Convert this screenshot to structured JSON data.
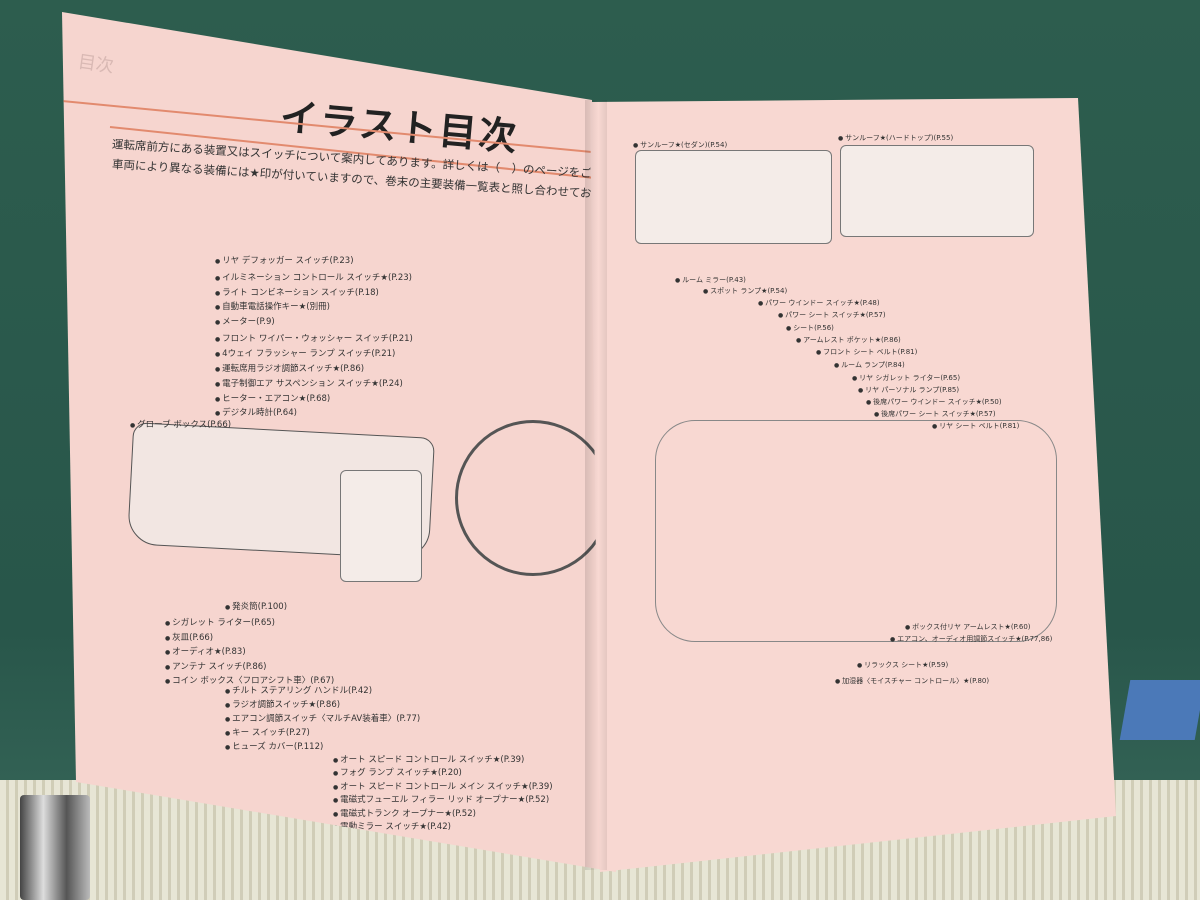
{
  "left_page": {
    "header_tab": "目次",
    "title": "イラスト目次",
    "intro": [
      "運転席前方にある装置又はスイッチについて案内してあります。詳しくは（　）のページをご覧ください。",
      "車両により異なる装備には★印が付いていますので、巻末の主要装備一覧表と照し合わせてお読みください。"
    ],
    "labels_top": [
      "リヤ デフォッガー スイッチ(P.23)",
      "イルミネーション コントロール スイッチ★(P.23)",
      "ライト コンビネーション スイッチ(P.18)",
      "自動車電話操作キー★(別冊)",
      "メーター(P.9)",
      "フロント ワイパー・ウォッシャー スイッチ(P.21)",
      "4ウェイ フラッシャー ランプ スイッチ(P.21)",
      "運転席用ラジオ調節スイッチ★(P.86)",
      "電子制御エア サスペンション スイッチ★(P.24)",
      "ヒーター・エアコン★(P.68)",
      "デジタル時計(P.64)",
      "グローブ ボックス(P.66)"
    ],
    "labels_bottom": [
      "発炎筒(P.100)",
      "シガレット ライター(P.65)",
      "灰皿(P.66)",
      "オーディオ★(P.83)",
      "アンテナ スイッチ(P.86)",
      "コイン ボックス〈フロアシフト車〉(P.67)",
      "チルト ステアリング ハンドル(P.42)",
      "ラジオ調節スイッチ★(P.86)",
      "エアコン調節スイッチ〈マルチAV装着車〉(P.77)",
      "キー スイッチ(P.27)",
      "ヒューズ カバー(P.112)",
      "オート スピード コントロール スイッチ★(P.39)",
      "フォグ ランプ スイッチ★(P.20)",
      "オート スピード コントロール メイン スイッチ★(P.39)",
      "電磁式フューエル フィラー リッド オープナー★(P.52)",
      "電磁式トランク オープナー★(P.52)",
      "電動ミラー スイッチ★(P.42)"
    ]
  },
  "right_page": {
    "sunroof": [
      "サンルーフ★(セダン)(P.54)",
      "サンルーフ★(ハードトップ)(P.55)"
    ],
    "labels_top": [
      "ルーム ミラー(P.43)",
      "スポット ランプ★(P.54)",
      "パワー ウインドー スイッチ★(P.48)",
      "パワー シート スイッチ★(P.57)",
      "シート(P.56)",
      "アームレスト ポケット★(P.86)",
      "フロント シート ベルト(P.81)",
      "ルーム ランプ(P.84)",
      "リヤ シガレット ライター(P.65)",
      "リヤ パーソナル ランプ(P.85)",
      "後席パワー ウインドー スイッチ★(P.50)",
      "後席パワー シート スイッチ★(P.57)",
      "リヤ シート ベルト(P.81)"
    ],
    "labels_bottom": [
      "ボックス付リヤ アームレスト★(P.60)",
      "エアコン、オーディオ用調節スイッチ★(P.77,86)",
      "リラックス シート★(P.59)",
      "加湿器〈モイスチャー コントロール〉★(P.80)"
    ]
  },
  "colors": {
    "page": "#f6d5cf",
    "accent_rule": "#e28a6e",
    "board": "#2d5d4e"
  }
}
